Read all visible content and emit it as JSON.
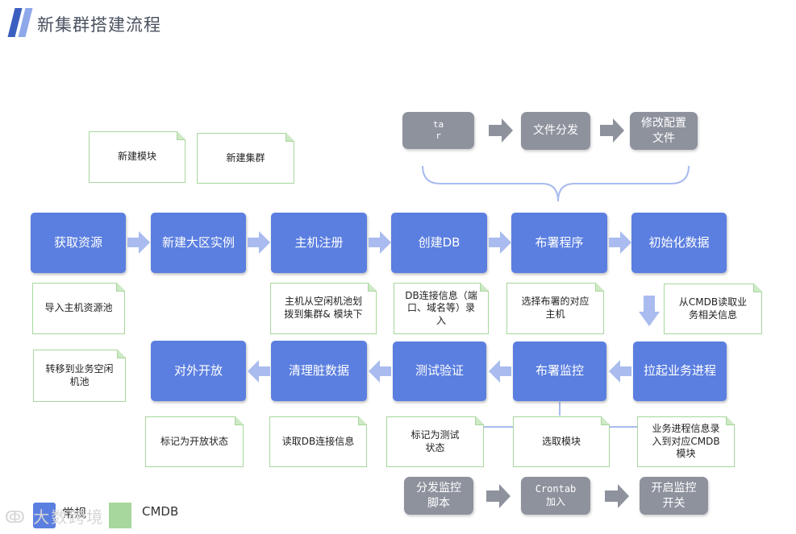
{
  "title": "新集群搭建流程",
  "colors": {
    "process_blue": "#5b7fe0",
    "tool_gray": "#8e929d",
    "note_border": "#a7d79c",
    "arrow_blue": "#a9bbef",
    "arrow_gray": "#8e929d",
    "title_accent_dark": "#3b5fc0",
    "title_accent_light": "#8fa8ea"
  },
  "top_row": {
    "steps": [
      "获取资源",
      "新建大区实例",
      "主机注册",
      "创建DB",
      "布署程序",
      "初始化数据"
    ]
  },
  "bottom_row": {
    "steps": [
      "对外开放",
      "清理脏数据",
      "测试验证",
      "布署监控",
      "拉起业务进程"
    ]
  },
  "deploy_tools": [
    "ta\nr",
    "文件分发",
    "修改配置\n文件"
  ],
  "monitor_tools": [
    "分发监控\n脚本",
    "Crontab\n加入",
    "开启监控\n开关"
  ],
  "cmdb_notes": {
    "new_module": "新建模块",
    "new_cluster": "新建集群",
    "import_host_pool": "导入主机资源池",
    "move_to_idle_pool": "转移到业务空闲\n机池",
    "host_assign": "主机从空闲机池划\n拨到集群& 模块下",
    "db_info_entry": "DB连接信息（端\n口、域名等）录\n入",
    "choose_host": "选择布署的对应\n主机",
    "read_cmdb": "从CMDB读取业\n务相关信息",
    "mark_open": "标记为开放状态",
    "read_db_info": "读取DB连接信息",
    "mark_testing": "标记为测试\n状态",
    "select_module": "选取模块",
    "process_info_entry": "业务进程信息录\n入到对应CMDB\n模块"
  },
  "legend": {
    "regular": "常规",
    "cmdb": "CMDB"
  },
  "watermark": "大数跨境"
}
